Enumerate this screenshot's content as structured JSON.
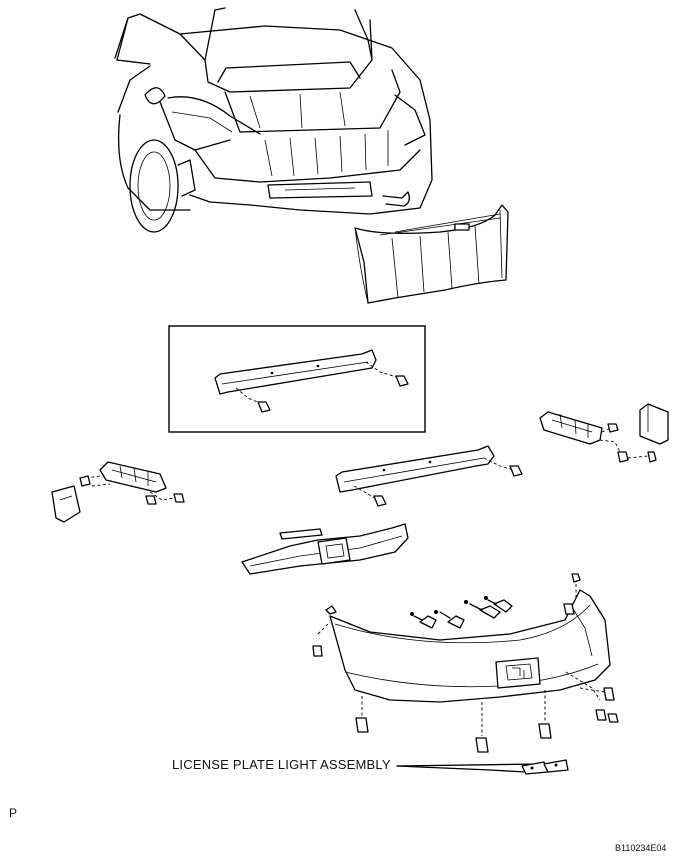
{
  "callout": {
    "license_plate_light": "LICENSE PLATE LIGHT ASSEMBLY"
  },
  "view_marker": "P",
  "figure_id": "B110234E04"
}
